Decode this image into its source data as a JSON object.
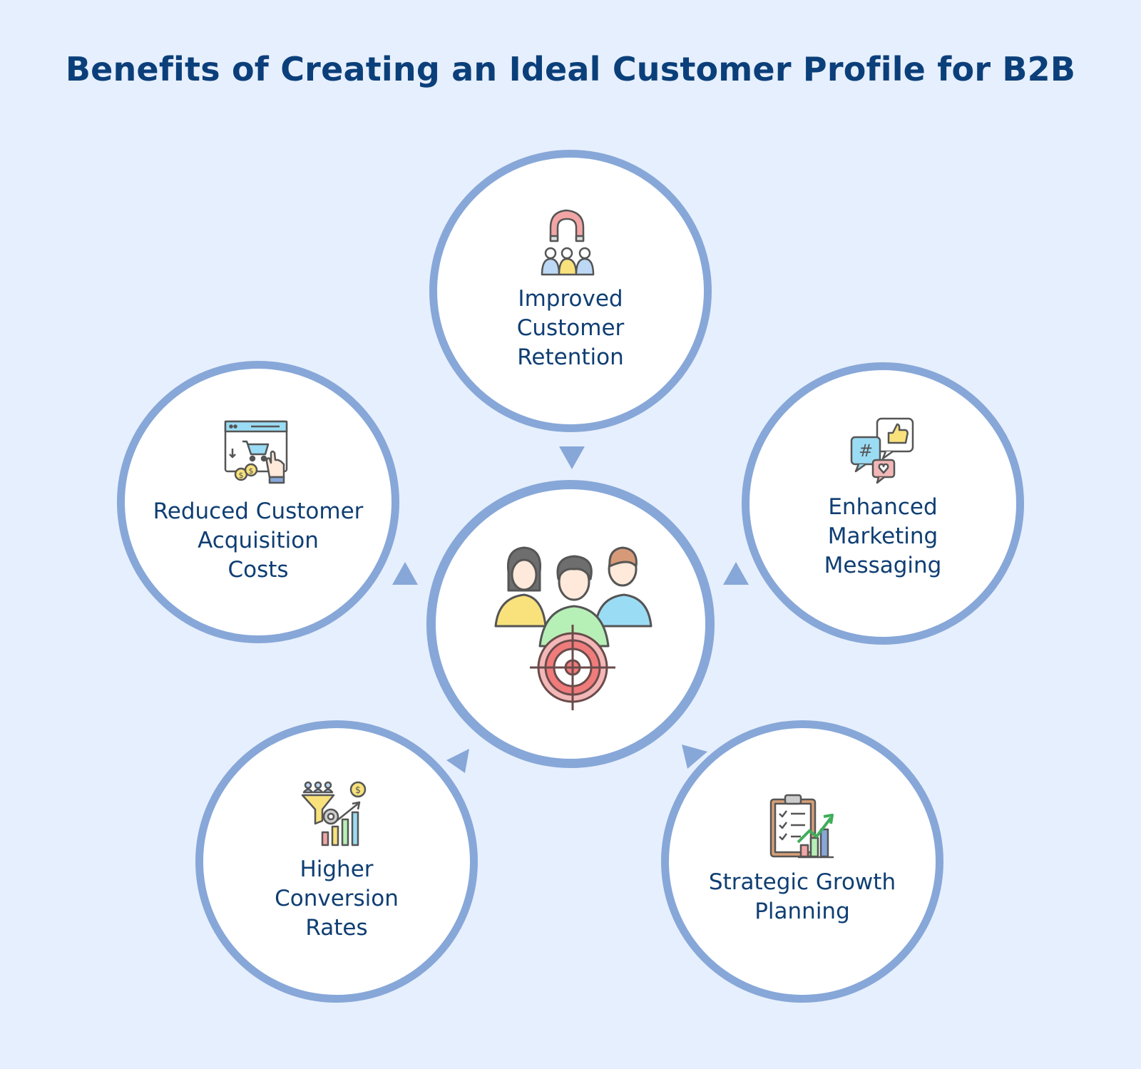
{
  "title": "Benefits of Creating an Ideal Customer Profile for B2B",
  "colors": {
    "background": "#e6effd",
    "circle_border": "#87a7d8",
    "title_text": "#0b3f7a",
    "label_text": "#0f3e73"
  },
  "center": {
    "icon": "team-target-icon"
  },
  "benefits": [
    {
      "label": "Improved\nCustomer\nRetention",
      "icon": "magnet-people-icon"
    },
    {
      "label": "Enhanced\nMarketing\nMessaging",
      "icon": "social-chat-icon"
    },
    {
      "label": "Strategic Growth\nPlanning",
      "icon": "clipboard-growth-icon"
    },
    {
      "label": "Higher\nConversion\nRates",
      "icon": "funnel-chart-icon"
    },
    {
      "label": "Reduced Customer\nAcquisition\nCosts",
      "icon": "cart-cost-icon"
    }
  ]
}
